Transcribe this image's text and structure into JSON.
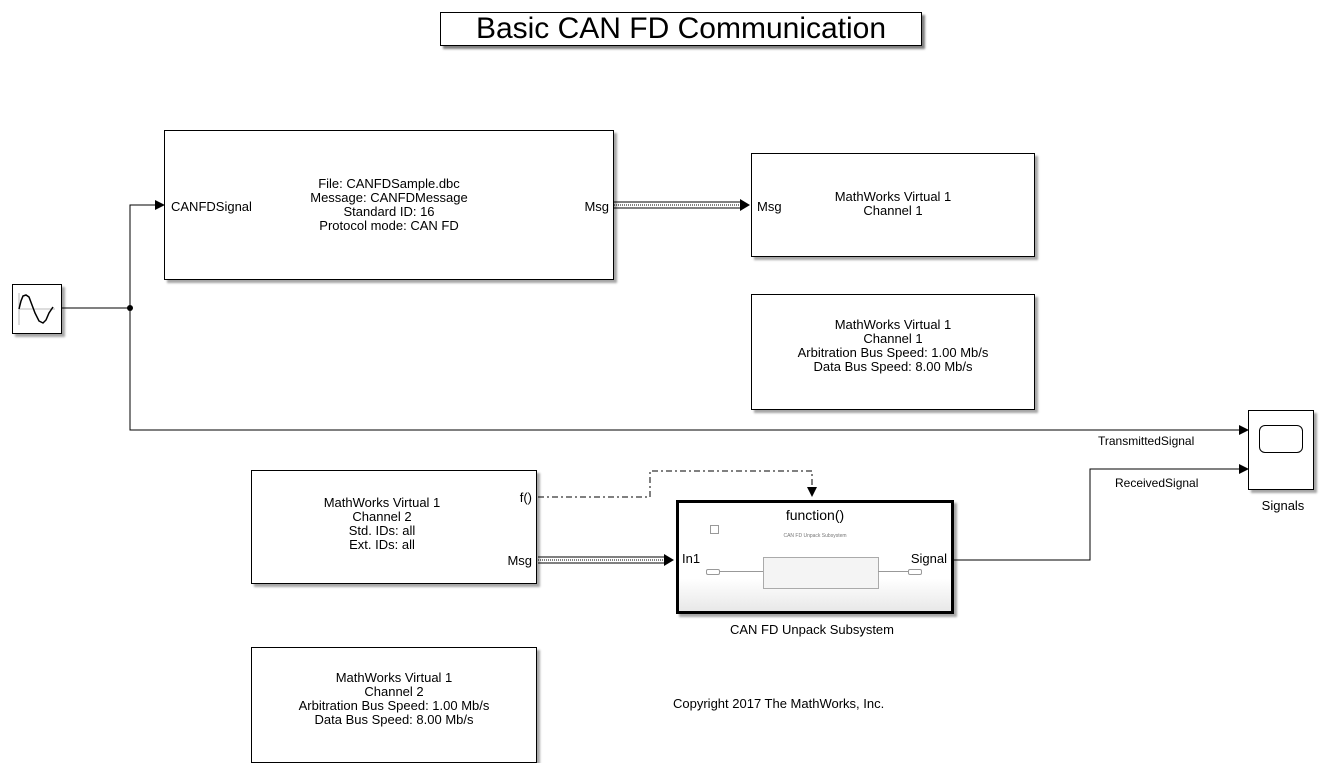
{
  "title": "Basic CAN FD Communication",
  "pack_block": {
    "lines": [
      "File: CANFDSample.dbc",
      "Message: CANFDMessage",
      "Standard ID: 16",
      "Protocol mode: CAN FD"
    ],
    "in_port": "CANFDSignal",
    "out_port": "Msg"
  },
  "transmit_block": {
    "in_port": "Msg",
    "lines": [
      "MathWorks Virtual 1",
      "Channel 1"
    ]
  },
  "config_block_1": {
    "lines": [
      "MathWorks Virtual 1",
      "Channel 1",
      "Arbitration Bus Speed: 1.00 Mb/s",
      "Data Bus Speed: 8.00 Mb/s"
    ]
  },
  "receive_block": {
    "lines": [
      "MathWorks Virtual 1",
      "Channel 2",
      "Std. IDs: all",
      "Ext. IDs: all"
    ],
    "out_port_fn": "f()",
    "out_port_msg": "Msg"
  },
  "config_block_2": {
    "lines": [
      "MathWorks Virtual 1",
      "Channel 2",
      "Arbitration Bus Speed: 1.00 Mb/s",
      "Data Bus Speed: 8.00 Mb/s"
    ]
  },
  "unpack_subsystem": {
    "trigger_label": "function()",
    "inner_caption": "CAN FD Unpack Subsystem",
    "in_port": "In1",
    "out_port": "Signal",
    "caption": "CAN FD Unpack Subsystem"
  },
  "scope": {
    "name": "Signals",
    "signal_labels": [
      "TransmittedSignal",
      "ReceivedSignal"
    ]
  },
  "copyright": "Copyright 2017 The MathWorks, Inc."
}
